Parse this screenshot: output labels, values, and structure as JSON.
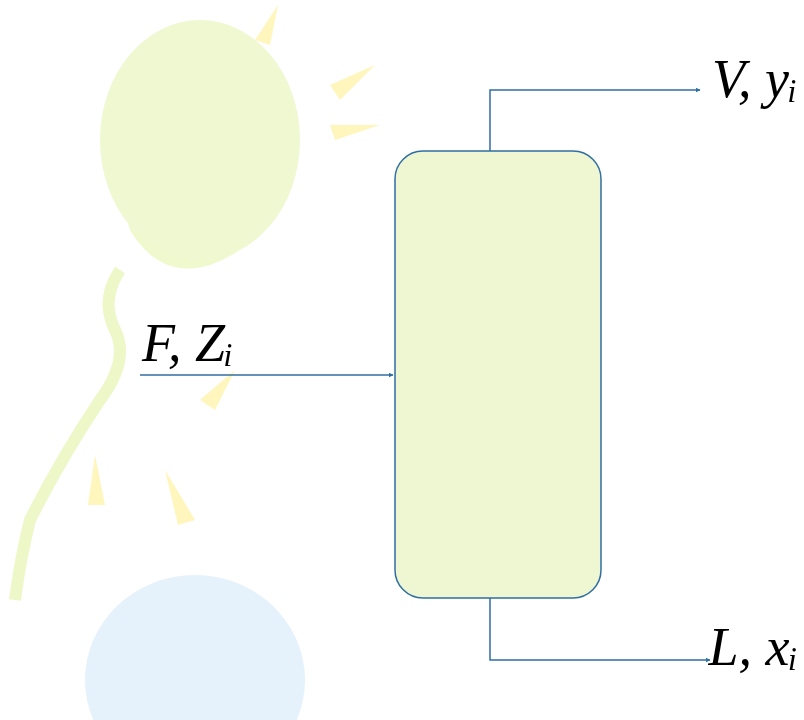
{
  "diagram": {
    "labels": [
      "F, Zᵢ",
      "V, yᵢ",
      "L, xᵢ"
    ]
  }
}
